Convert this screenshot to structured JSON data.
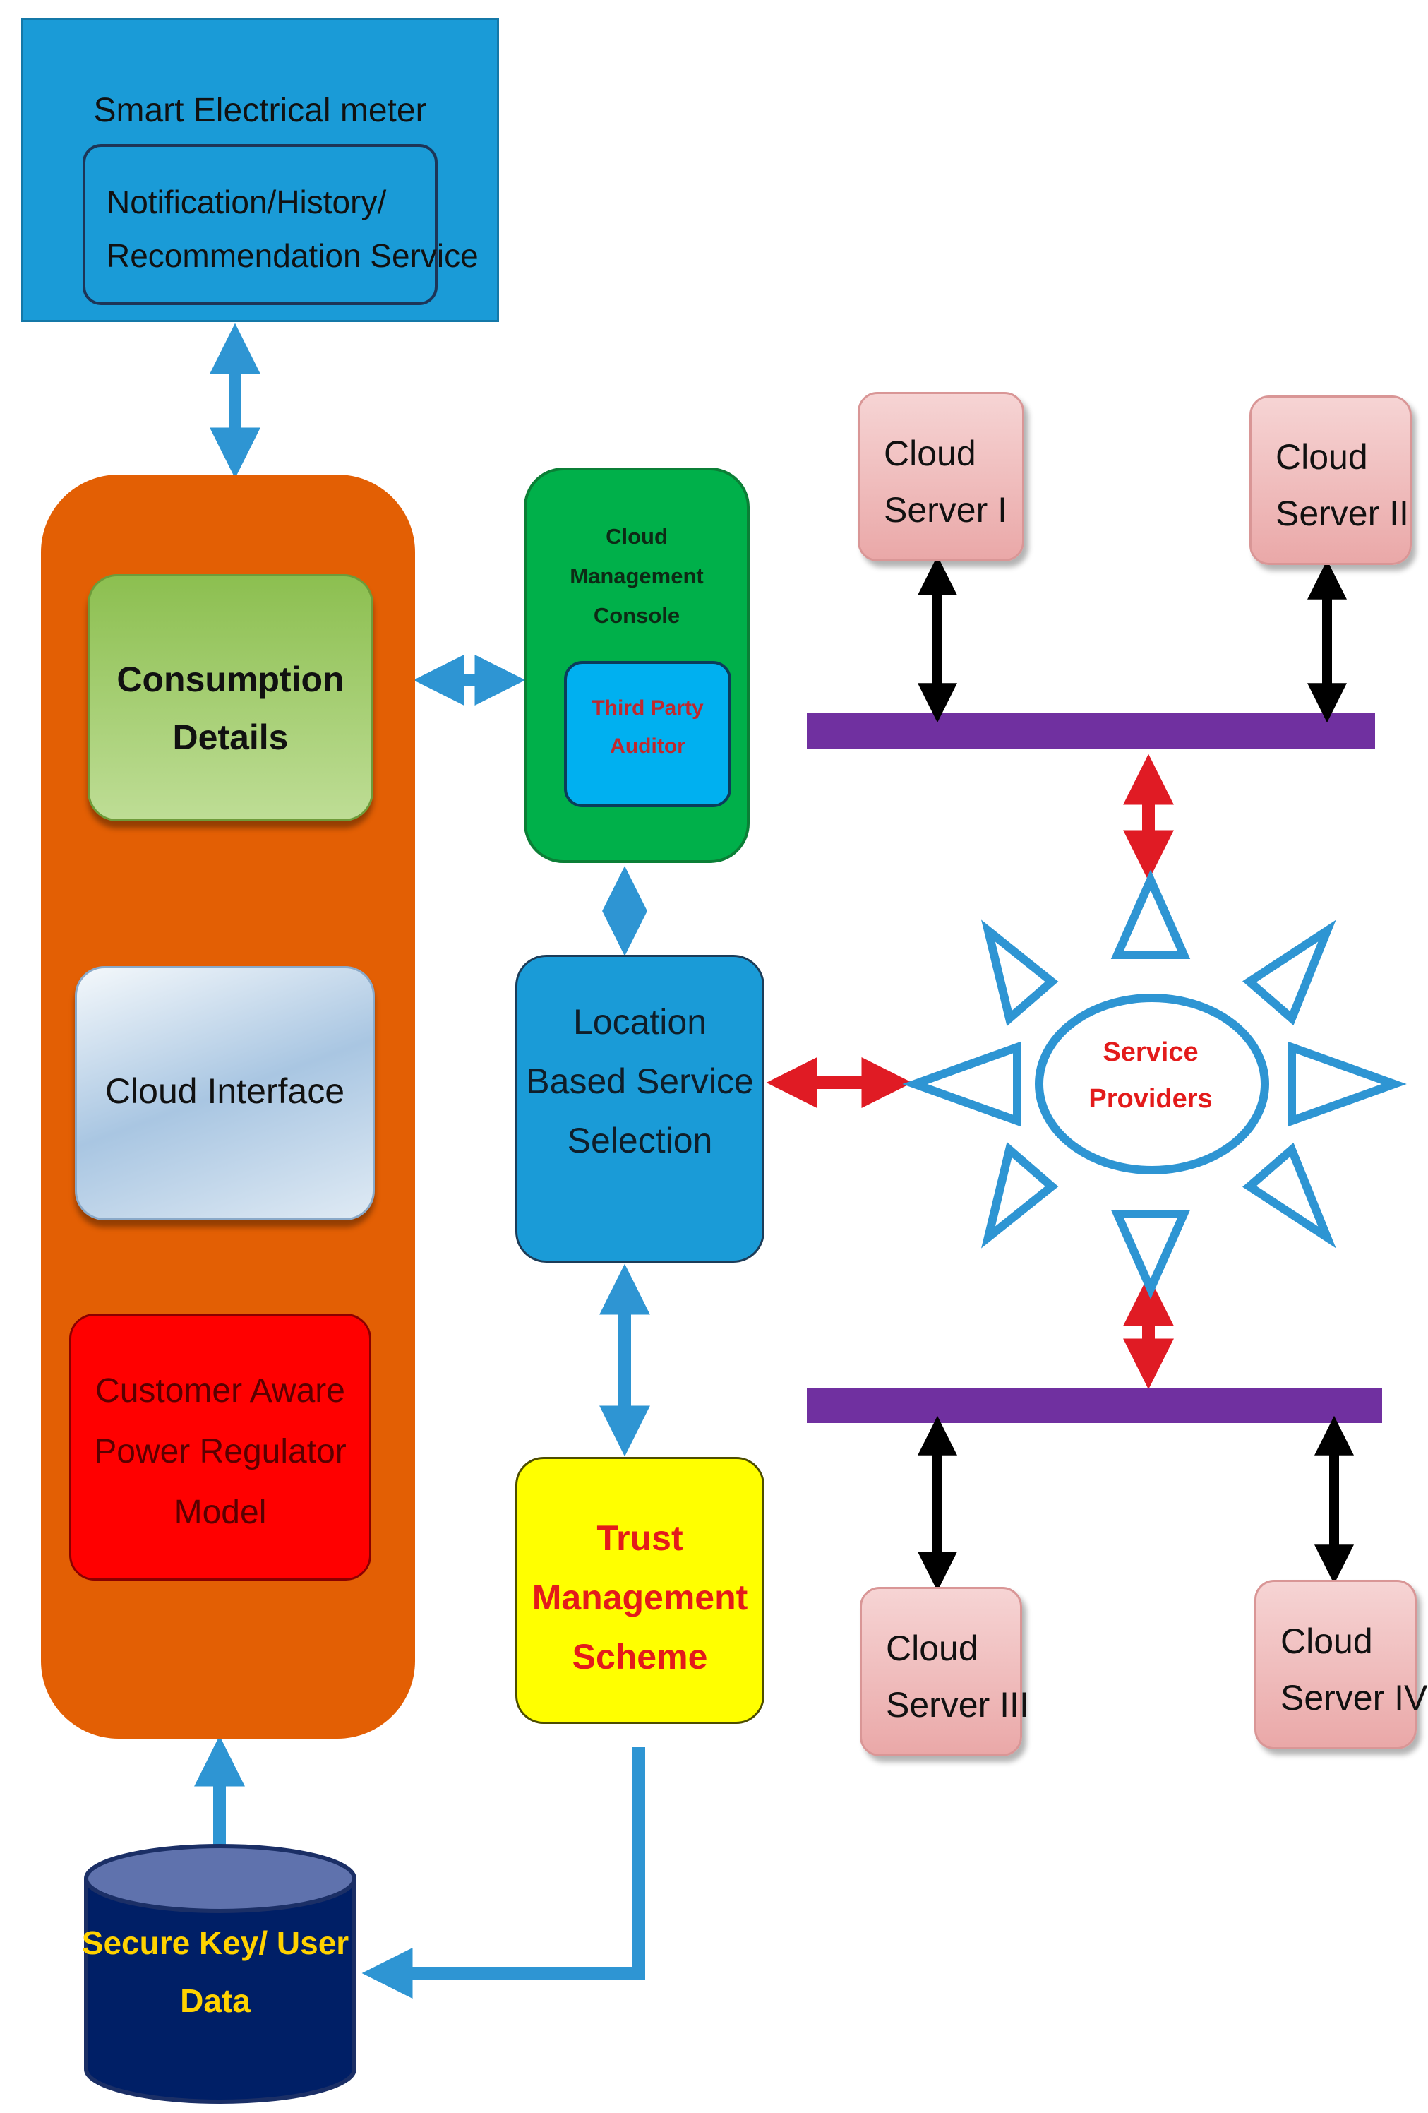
{
  "smart_meter": {
    "title": "Smart Electrical meter",
    "service_line1": "Notification/History/",
    "service_line2": "Recommendation  Service"
  },
  "customer_panel": {
    "consumption_line1": "Consumption",
    "consumption_line2": "Details",
    "cloud_interface": "Cloud Interface",
    "regulator_line1": "Customer Aware",
    "regulator_line2": "Power Regulator",
    "regulator_line3": "Model"
  },
  "console": {
    "line1": "Cloud",
    "line2": "Management",
    "line3": "Console",
    "auditor_line1": "Third Party",
    "auditor_line2": "Auditor"
  },
  "location": {
    "line1": "Location",
    "line2": "Based Service",
    "line3": "Selection"
  },
  "trust": {
    "line1": "Trust",
    "line2": "Management",
    "line3": "Scheme"
  },
  "service_providers": {
    "line1": "Service",
    "line2": "Providers"
  },
  "servers": [
    {
      "line1": "Cloud",
      "line2": "Server I"
    },
    {
      "line1": "Cloud",
      "line2": "Server II"
    },
    {
      "line1": "Cloud",
      "line2": "Server III"
    },
    {
      "line1": "Cloud",
      "line2": "Server IV"
    }
  ],
  "database": {
    "line1": "Secure Key/ User",
    "line2": "Data"
  },
  "colors": {
    "blue": "#1a9bd7",
    "orange": "#e35f04",
    "green": "#00b04a",
    "yellow": "#ffff00",
    "red": "#ff0000",
    "purple": "#7030a0",
    "navy": "#002060"
  }
}
